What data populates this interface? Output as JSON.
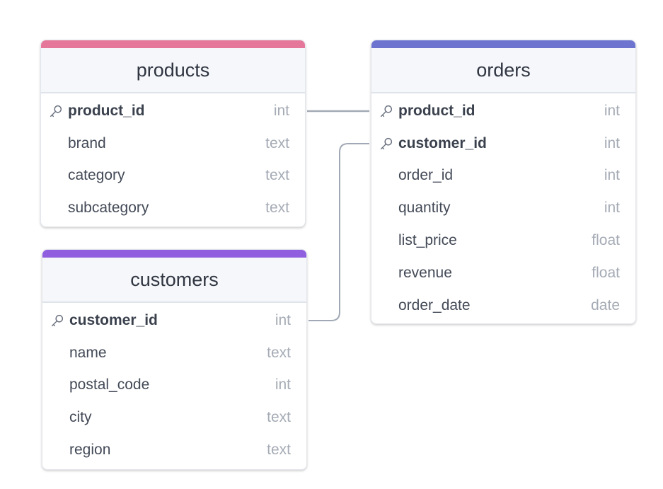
{
  "colors": {
    "products_accent": "#e5789a",
    "orders_accent": "#6c74cf",
    "customers_accent": "#8f5fe0",
    "connector": "#a2a9b6"
  },
  "tables": {
    "products": {
      "name": "products",
      "fields": [
        {
          "name": "product_id",
          "type": "int",
          "pk": true
        },
        {
          "name": "brand",
          "type": "text"
        },
        {
          "name": "category",
          "type": "text"
        },
        {
          "name": "subcategory",
          "type": "text"
        }
      ]
    },
    "orders": {
      "name": "orders",
      "fields": [
        {
          "name": "product_id",
          "type": "int",
          "pk": true
        },
        {
          "name": "customer_id",
          "type": "int",
          "pk": true
        },
        {
          "name": "order_id",
          "type": "int"
        },
        {
          "name": "quantity",
          "type": "int"
        },
        {
          "name": "list_price",
          "type": "float"
        },
        {
          "name": "revenue",
          "type": "float"
        },
        {
          "name": "order_date",
          "type": "date"
        }
      ]
    },
    "customers": {
      "name": "customers",
      "fields": [
        {
          "name": "customer_id",
          "type": "int",
          "pk": true
        },
        {
          "name": "name",
          "type": "text"
        },
        {
          "name": "postal_code",
          "type": "int"
        },
        {
          "name": "city",
          "type": "text"
        },
        {
          "name": "region",
          "type": "text"
        }
      ]
    }
  }
}
